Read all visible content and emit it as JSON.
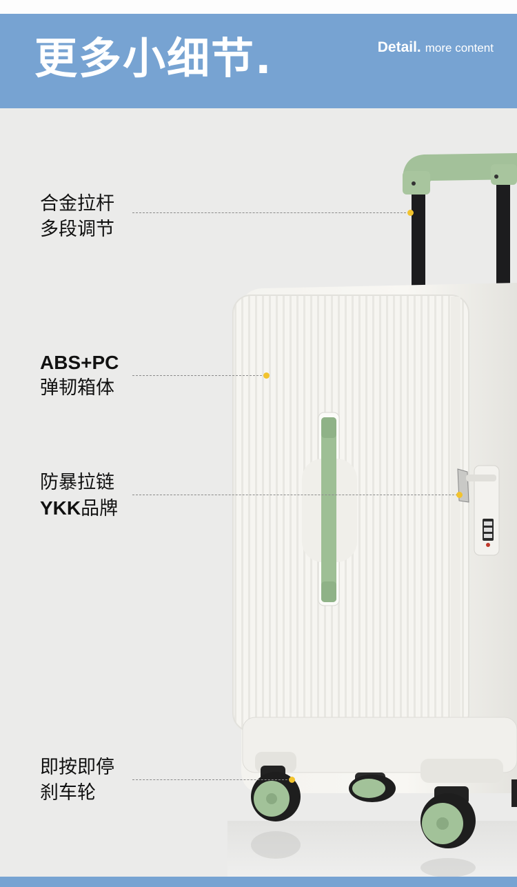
{
  "header": {
    "title": "更多小细节.",
    "detail_bold": "Detail.",
    "detail_text": "more content"
  },
  "features": [
    {
      "line1": "合金拉杆",
      "line2": "多段调节"
    },
    {
      "line1": "ABS+PC",
      "line2": "弹韧箱体"
    },
    {
      "line1": "防暴拉链",
      "line2_bold": "YKK",
      "line2": "品牌"
    },
    {
      "line1": "即按即停",
      "line2": "刹车轮"
    }
  ],
  "colors": {
    "header_bg": "#77a3d2",
    "background": "#ebebea",
    "accent_green": "#9ebf95",
    "marker": "#f2c32d",
    "shell": "#f5f4f0"
  },
  "icons": {
    "product": "suitcase-illustration"
  }
}
